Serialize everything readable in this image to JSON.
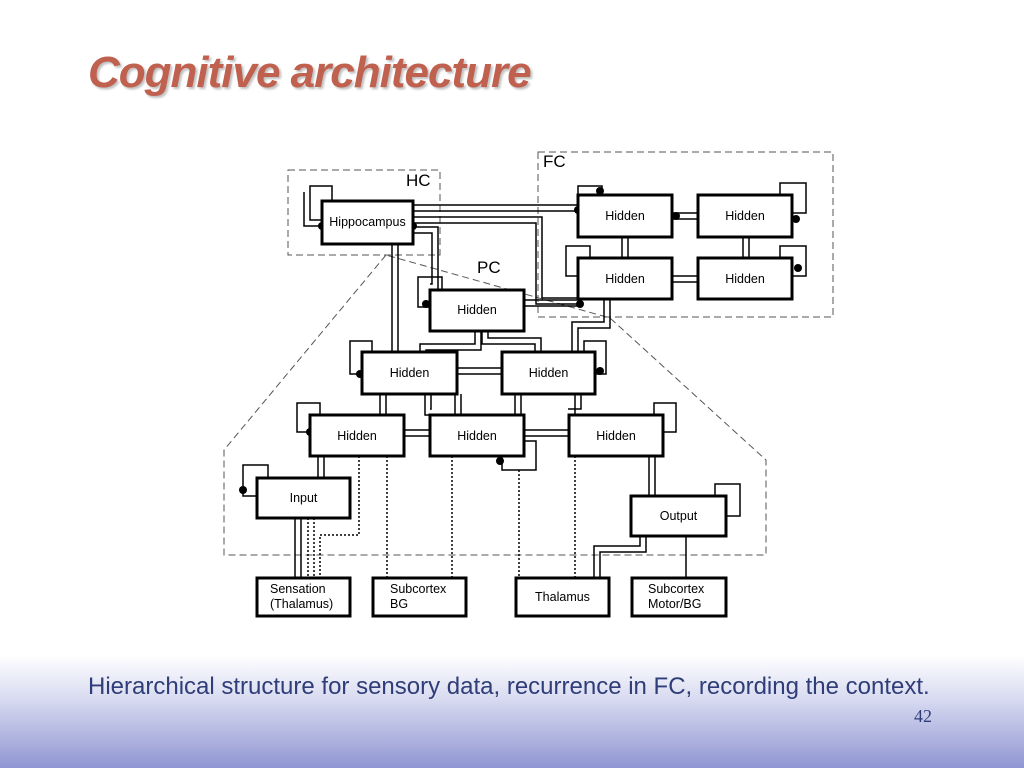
{
  "slide": {
    "title": "Cognitive architecture",
    "caption": "Hierarchical structure for sensory data, recurrence in FC, recording the context.",
    "page_number": "42"
  },
  "diagram": {
    "regions": {
      "hc": "HC",
      "fc": "FC",
      "pc": "PC"
    },
    "nodes": {
      "hippocampus": "Hippocampus",
      "fc_hidden_1": "Hidden",
      "fc_hidden_2": "Hidden",
      "fc_hidden_3": "Hidden",
      "fc_hidden_4": "Hidden",
      "pc_hidden_top": "Hidden",
      "pc_hidden_mid_left": "Hidden",
      "pc_hidden_mid_right": "Hidden",
      "pc_hidden_low_left": "Hidden",
      "pc_hidden_low_center": "Hidden",
      "pc_hidden_low_right": "Hidden",
      "input": "Input",
      "output": "Output",
      "sensation_line1": "Sensation",
      "sensation_line2": "(Thalamus)",
      "subcortex_bg_line1": "Subcortex",
      "subcortex_bg_line2": "BG",
      "thalamus": "Thalamus",
      "subcortex_motor_line1": "Subcortex",
      "subcortex_motor_line2": "Motor/BG"
    }
  },
  "colors": {
    "title": "#c0604e",
    "caption": "#2f3d78",
    "footer_gradient_end": "#8f96d2"
  }
}
